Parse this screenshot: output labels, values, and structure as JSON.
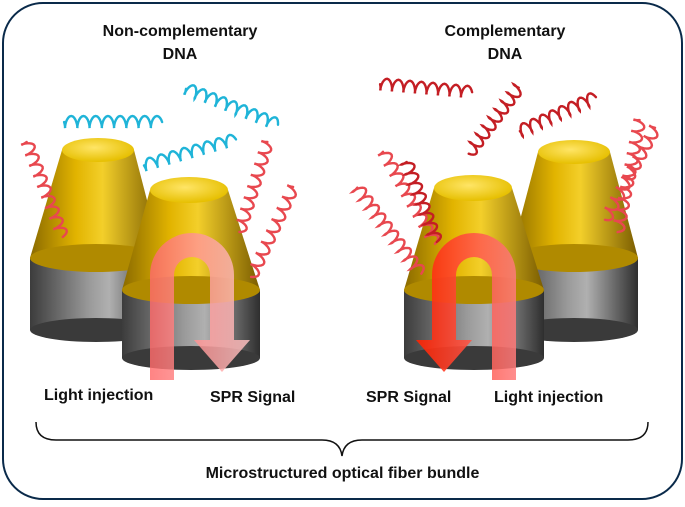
{
  "left_panel": {
    "title_line1": "Non-complementary",
    "title_line2": "DNA",
    "label_light": "Light injection",
    "label_signal": "SPR Signal"
  },
  "right_panel": {
    "title_line1": "Complementary",
    "title_line2": "DNA",
    "label_signal": "SPR Signal",
    "label_light": "Light injection"
  },
  "bottom_caption": "Microstructured optical fiber bundle",
  "colors": {
    "frame": "#0a2a4a",
    "gold": "#d9a900",
    "gold_top": "#f5d21c",
    "gray": "#6e6e6e",
    "probe_dna": "#e8484f",
    "noncomplementary_dna": "#1fb4d8",
    "complementary_dna": "#c41e24",
    "weak_arrow": "#f7a8a8",
    "strong_arrow": "#ff2a00"
  }
}
